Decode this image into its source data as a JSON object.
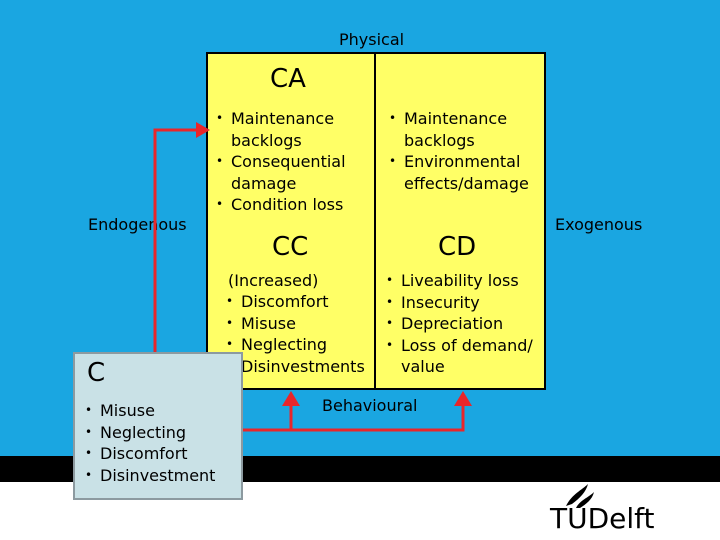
{
  "axis": {
    "top": "Physical",
    "bottom": "Behavioural",
    "left": "Endogenous",
    "right": "Exogenous"
  },
  "quadrants": {
    "ca": {
      "title": "CA",
      "items": [
        "Maintenance backlogs",
        "Consequential damage",
        "Condition loss"
      ]
    },
    "top_right": {
      "items": [
        "Maintenance backlogs",
        "Environmental effects/damage"
      ]
    },
    "cc": {
      "title": "CC",
      "intro": "(Increased)",
      "items": [
        "Discomfort",
        "Misuse",
        "Neglecting",
        "Disinvestments"
      ]
    },
    "cd": {
      "title": "CD",
      "items": [
        "Liveability loss",
        "Insecurity",
        "Depreciation",
        "Loss of demand/ value"
      ]
    }
  },
  "c_box": {
    "title": "C",
    "items": [
      "Misuse",
      "Neglecting",
      "Discomfort",
      "Disinvestment"
    ]
  },
  "logo": {
    "text": "TUDelft"
  },
  "colors": {
    "background": "#1aa6e1",
    "matrix_fill": "#ffff66",
    "c_box_fill": "#c9e1e6",
    "arrow": "#e8262a",
    "band": "#000000"
  }
}
